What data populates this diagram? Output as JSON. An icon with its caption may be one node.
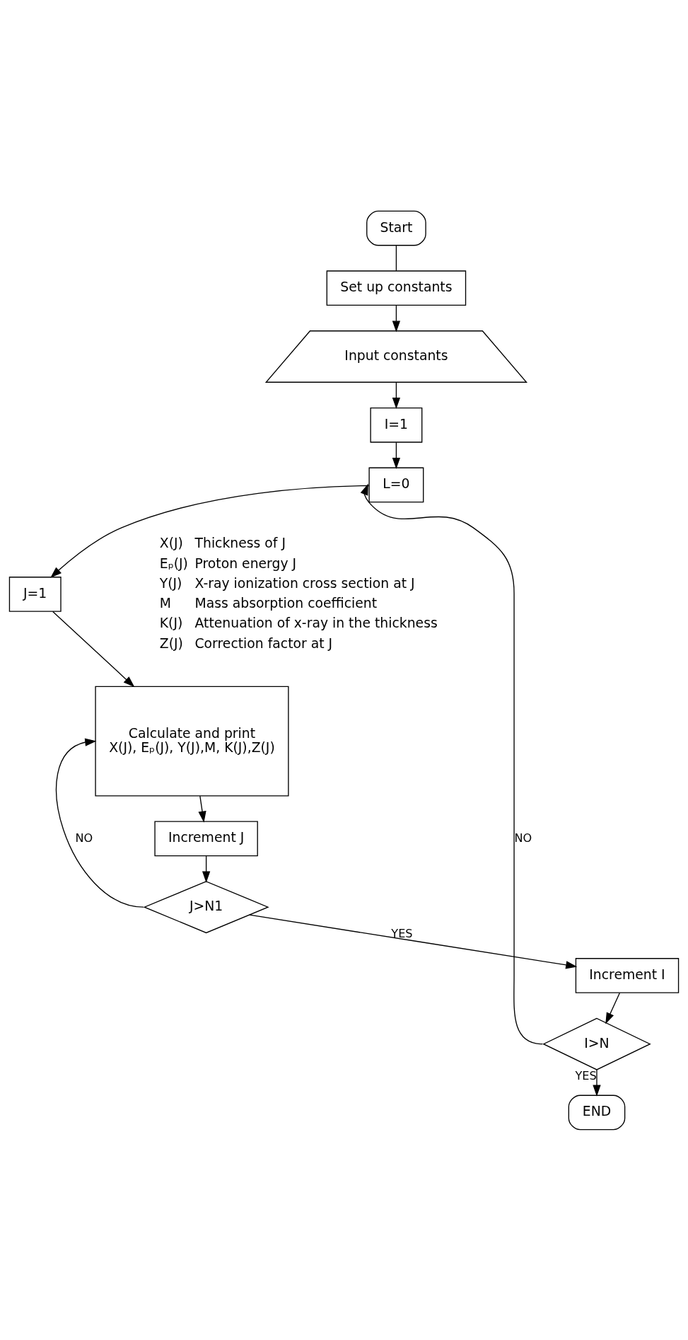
{
  "diagram": {
    "nodes": [
      {
        "text": [
          "Start"
        ]
      },
      {
        "text": [
          "Set up constants"
        ]
      },
      {
        "text": [
          "Input constants"
        ]
      },
      {
        "text": [
          "I=1"
        ]
      },
      {
        "text": [
          "L=0"
        ]
      },
      {
        "text": [
          "J=1"
        ]
      },
      {
        "text": [
          "Calculate and print",
          "X(J), Eₚ(J), Y(J),M, K(J),Z(J)"
        ]
      },
      {
        "text": [
          "Increment J"
        ]
      },
      {
        "text": [
          "J>N1"
        ]
      },
      {
        "text": [
          "Increment I"
        ]
      },
      {
        "text": [
          "I>N"
        ]
      },
      {
        "text": [
          "END"
        ]
      }
    ],
    "edges": [
      {
        "from": 0,
        "to": 1,
        "arrow": "none"
      },
      {
        "from": 1,
        "to": 2,
        "arrow": "to"
      },
      {
        "from": 2,
        "to": 3,
        "arrow": "to"
      },
      {
        "from": 3,
        "to": 4,
        "arrow": "to"
      },
      {
        "from": 4,
        "to": 5,
        "arrow": "to"
      },
      {
        "from": 5,
        "to": 6,
        "arrow": "to"
      },
      {
        "from": 6,
        "to": 7,
        "arrow": "to"
      },
      {
        "from": 7,
        "to": 8,
        "arrow": "to"
      },
      {
        "from": 8,
        "to": 6,
        "arrow": "to",
        "label": "NO"
      },
      {
        "from": 8,
        "to": 9,
        "arrow": "to",
        "label": "YES"
      },
      {
        "from": 9,
        "to": 10,
        "arrow": "to"
      },
      {
        "from": 10,
        "to": 4,
        "arrow": "to",
        "label": "NO"
      },
      {
        "from": 10,
        "to": 11,
        "arrow": "to",
        "label": "YES"
      }
    ],
    "labels": [
      "X(J)",
      "Thickness of J",
      "Eₚ(J)",
      "Proton energy J",
      "Y(J)",
      "X-ray ionization cross section at J",
      "M",
      "Mass absorption coefficient",
      "K(J)",
      "Attenuation of x-ray in the thickness",
      "Z(J)",
      "Correction factor at J"
    ]
  }
}
